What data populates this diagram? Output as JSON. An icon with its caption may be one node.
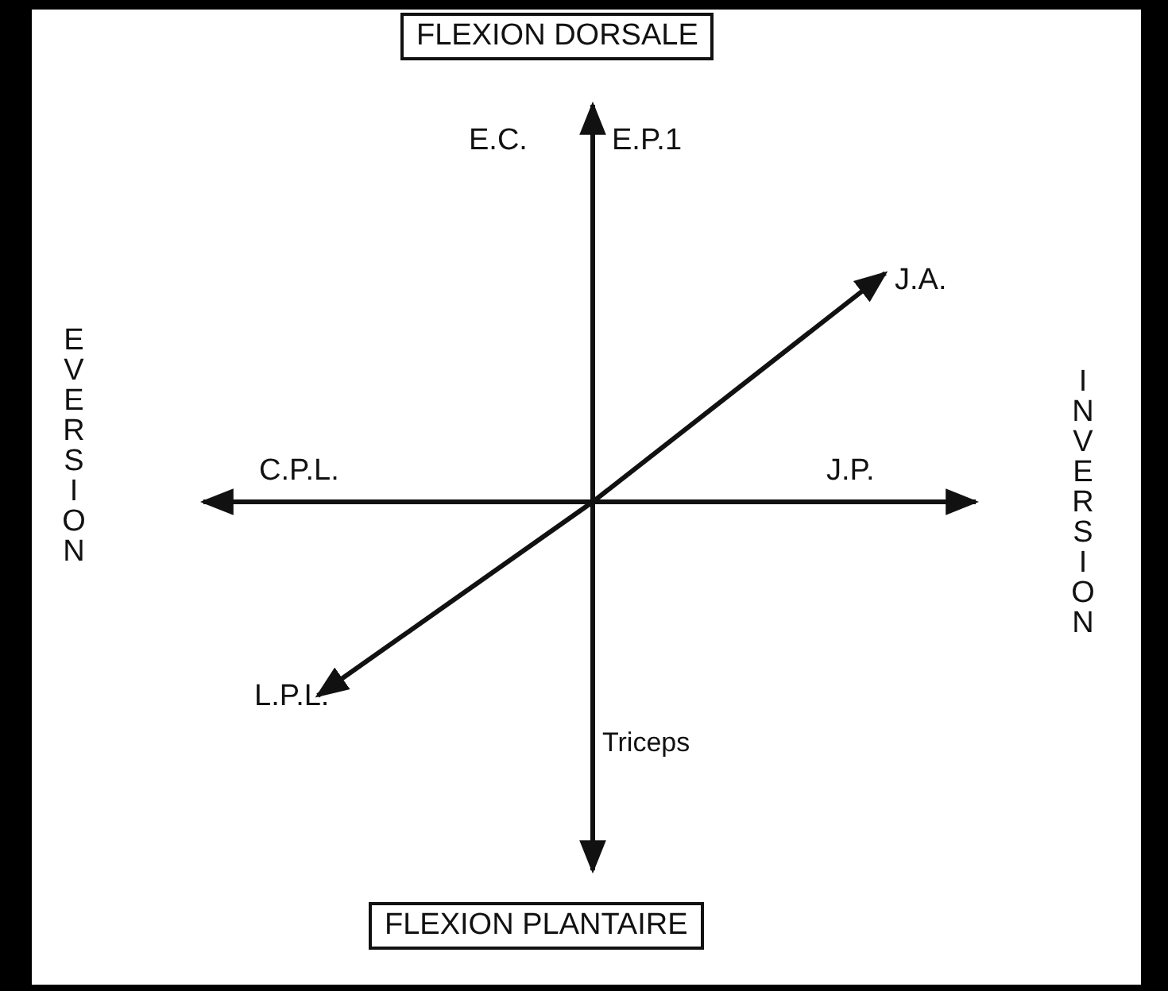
{
  "diagram": {
    "nodes": [
      {
        "text": [
          "FLEXION DORSALE"
        ]
      },
      {
        "text": [
          "FLEXION PLANTAIRE"
        ]
      }
    ],
    "labels": [
      "E.C.",
      "E.P.1",
      "J.A.",
      "EVERSION",
      "INVERSION",
      "C.P.L.",
      "J.P.",
      "L.P.L.",
      "Triceps"
    ]
  }
}
